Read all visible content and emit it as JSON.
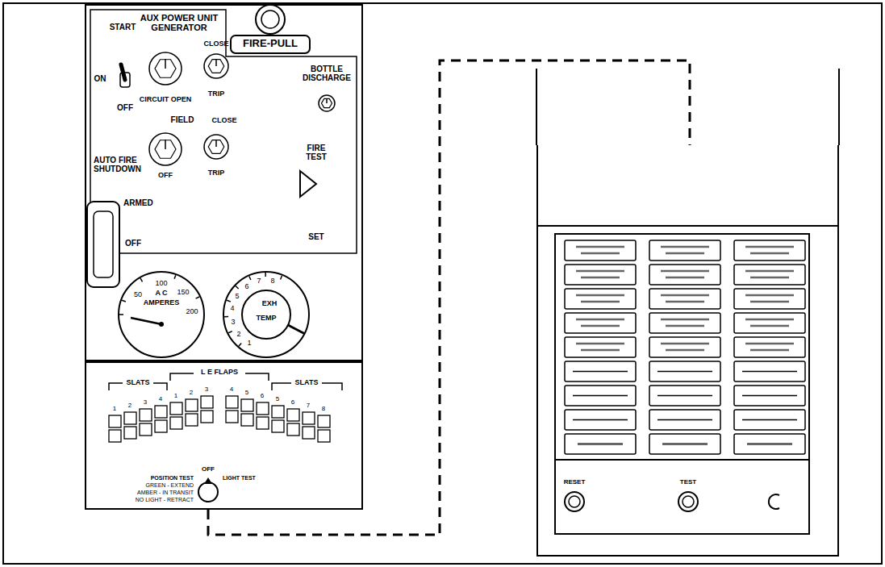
{
  "diagram": {
    "nodes": [
      {
        "text": [
          "AUX POWER UNIT GENERATOR"
        ]
      },
      {
        "text": [
          "L E FLAPS"
        ]
      },
      {
        "text": [
          "RESET",
          "TEST"
        ]
      }
    ],
    "edges": [
      {
        "from": 1,
        "to": 2,
        "arrow": "none"
      }
    ],
    "labels": [
      "START",
      "ON",
      "OFF",
      "CIRCUIT OPEN",
      "CLOSE",
      "TRIP",
      "FIELD",
      "CLOSE",
      "AUTO FIRE SHUTDOWN",
      "OFF",
      "TRIP",
      "ARMED",
      "OFF",
      "FIRE-PULL",
      "BOTTLE DISCHARGE",
      "FIRE TEST",
      "SET",
      "A C",
      "AMPERES",
      "50",
      "100",
      "150",
      "200",
      "EXH",
      "TEMP",
      "1",
      "2",
      "3",
      "4",
      "5",
      "6",
      "7",
      "8",
      "SLATS",
      "SLATS",
      "1",
      "2",
      "3",
      "4",
      "1",
      "2",
      "3",
      "4",
      "5",
      "6",
      "5",
      "6",
      "7",
      "8",
      "OFF",
      "POSITION TEST",
      "GREEN - EXTEND",
      "AMBER - IN TRANSIT",
      "NO LIGHT - RETRACT",
      "LIGHT TEST"
    ]
  }
}
